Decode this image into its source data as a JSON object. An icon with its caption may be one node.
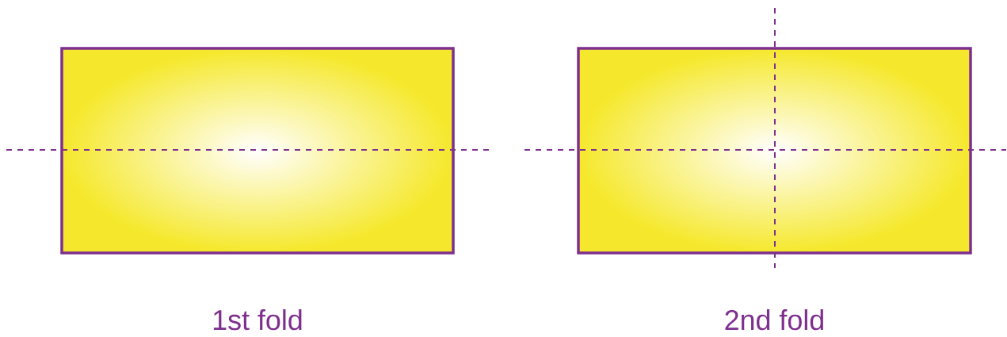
{
  "diagram": {
    "nodes": [
      {
        "text": [],
        "shape": "box",
        "beside": [
          "1st fold"
        ]
      },
      {
        "text": [],
        "shape": "box",
        "beside": [
          "2nd fold"
        ]
      }
    ]
  }
}
